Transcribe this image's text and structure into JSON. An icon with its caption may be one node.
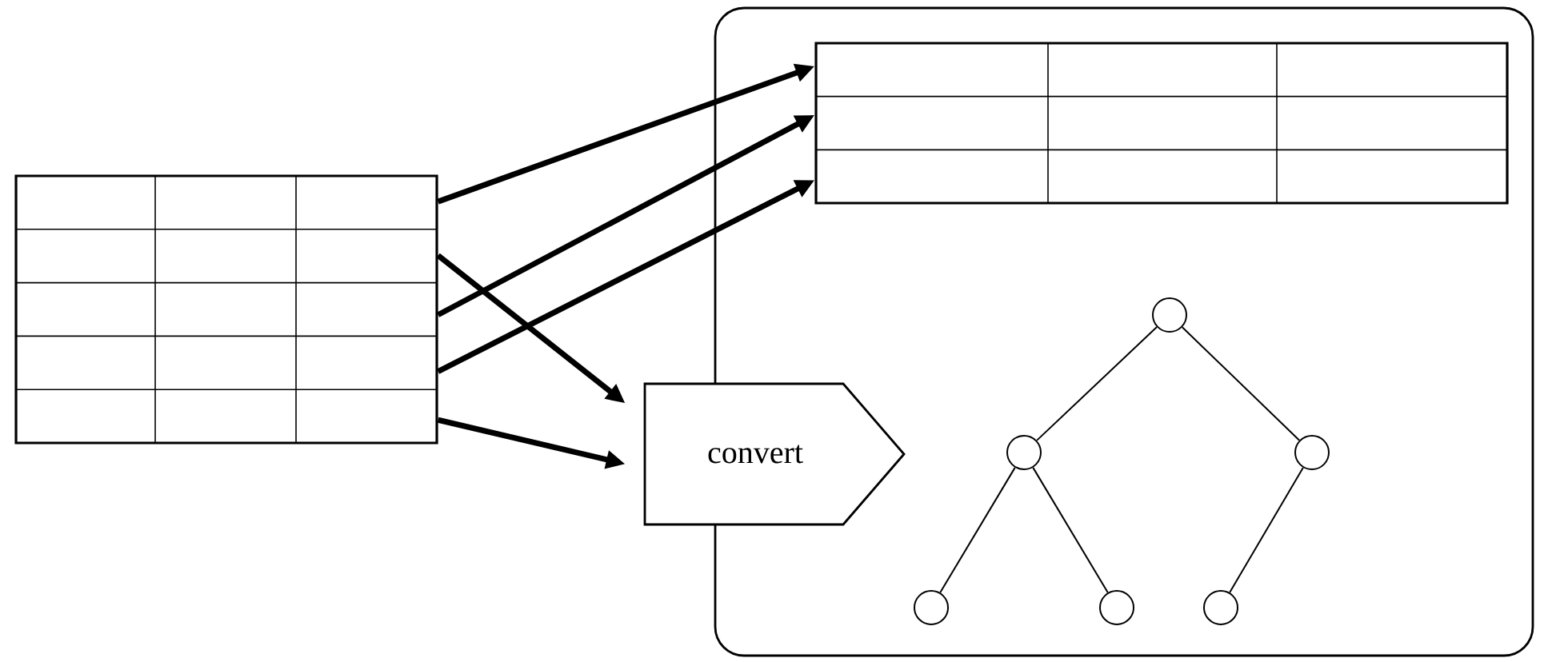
{
  "diagram": {
    "nodes": [
      {
        "text": [],
        "shape": "table"
      },
      {
        "text": [],
        "shape": "box"
      },
      {
        "text": [],
        "shape": "table",
        "in": 1
      },
      {
        "text": [
          "convert"
        ]
      },
      {
        "text": [],
        "shape": "circle",
        "in": 1
      },
      {
        "text": [],
        "shape": "circle",
        "in": 1
      },
      {
        "text": [],
        "shape": "circle",
        "in": 1
      },
      {
        "text": [],
        "shape": "circle",
        "in": 1
      },
      {
        "text": [],
        "shape": "circle",
        "in": 1
      },
      {
        "text": [],
        "shape": "circle",
        "in": 1
      }
    ],
    "edges": [
      {
        "from": 0,
        "to": 2,
        "arrow": "to",
        "style": "thick"
      },
      {
        "from": 0,
        "to": 2,
        "arrow": "to",
        "style": "thick"
      },
      {
        "from": 0,
        "to": 2,
        "arrow": "to",
        "style": "thick"
      },
      {
        "from": 0,
        "to": 3,
        "arrow": "to",
        "style": "thick"
      },
      {
        "from": 0,
        "to": 3,
        "arrow": "to",
        "style": "thick"
      },
      {
        "from": 4,
        "to": 5,
        "arrow": "none"
      },
      {
        "from": 4,
        "to": 6,
        "arrow": "none"
      },
      {
        "from": 5,
        "to": 7,
        "arrow": "none"
      },
      {
        "from": 5,
        "to": 8,
        "arrow": "none"
      },
      {
        "from": 6,
        "to": 9,
        "arrow": "none"
      }
    ]
  }
}
